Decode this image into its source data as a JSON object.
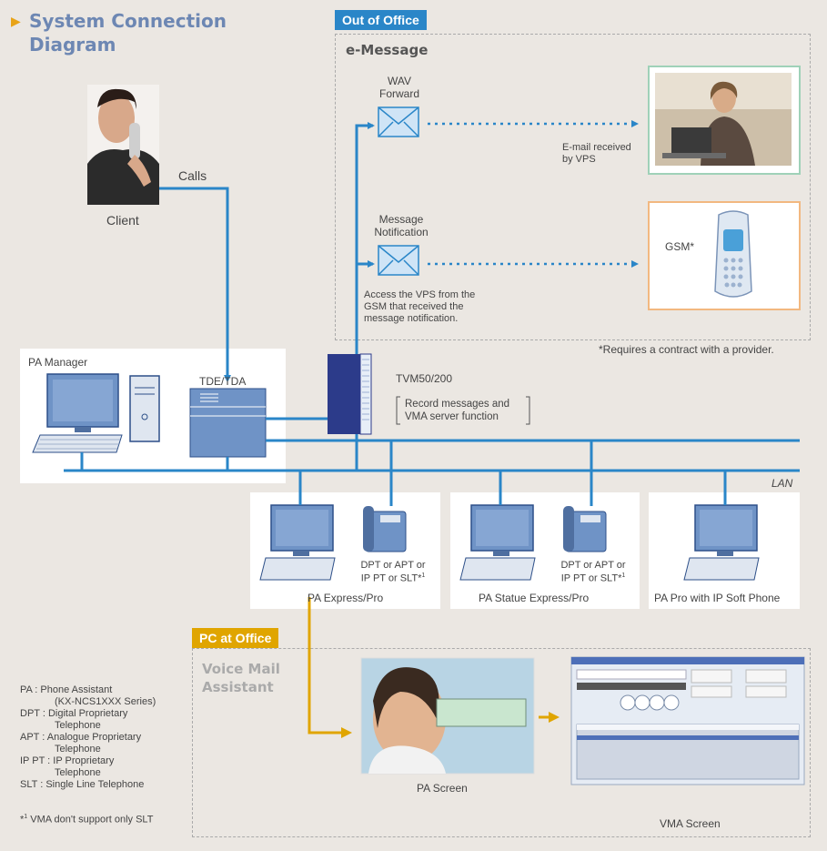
{
  "title": {
    "line1": "System Connection",
    "line2": "Diagram"
  },
  "out_of_office": {
    "tab": "Out of Office",
    "section": "e-Message",
    "wav_forward": {
      "line1": "WAV",
      "line2": "Forward"
    },
    "email_received": {
      "line1": "E-mail received",
      "line2": "by VPS"
    },
    "message_notification": {
      "line1": "Message",
      "line2": "Notification"
    },
    "gsm": "GSM*",
    "access_note": {
      "line1": "Access the VPS from the",
      "line2": "GSM that received the",
      "line3": "message notification."
    },
    "contract_note": "*Requires a contract with a provider."
  },
  "client": {
    "label": "Client",
    "calls": "Calls"
  },
  "pa_manager": "PA Manager",
  "tde_tda": "TDE/TDA",
  "tvm": {
    "name": "TVM50/200",
    "desc_line1": "Record messages and",
    "desc_line2": "VMA server function"
  },
  "lan": "LAN",
  "terminals": [
    {
      "label": "PA Express/Pro",
      "phone_line1": "DPT or APT or",
      "phone_line2": "IP PT or SLT*",
      "sup": "1"
    },
    {
      "label": "PA Statue Express/Pro",
      "phone_line1": "DPT or APT or",
      "phone_line2": "IP PT or SLT*",
      "sup": "1"
    },
    {
      "label": "PA Pro with IP Soft Phone"
    }
  ],
  "pc_at_office": {
    "tab": "PC at Office",
    "section_line1": "Voice Mail",
    "section_line2": "Assistant",
    "pa_screen": "PA Screen",
    "vma_screen": "VMA Screen"
  },
  "legend": [
    {
      "term": "PA : Phone Assistant",
      "cont": "(KX-NCS1XXX Series)"
    },
    {
      "term": "DPT : Digital Proprietary",
      "cont": "Telephone"
    },
    {
      "term": "APT : Analogue Proprietary",
      "cont": "Telephone"
    },
    {
      "term": "IP PT : IP Proprietary",
      "cont": "Telephone"
    },
    {
      "term": "SLT : Single Line Telephone",
      "cont": ""
    }
  ],
  "footnote": {
    "mark": "*",
    "sup": "1",
    "text": " VMA don't support only SLT"
  },
  "colors": {
    "line_blue": "#2a86c8",
    "tab_blue": "#2a86c8",
    "tab_gold": "#e0a500",
    "title_blue": "#6d87b3"
  }
}
